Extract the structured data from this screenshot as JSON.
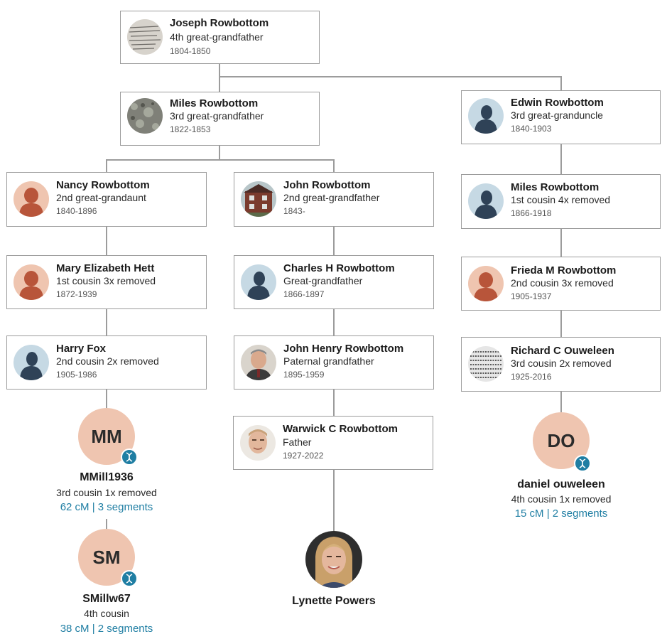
{
  "colors": {
    "line": "#9c9c9c",
    "accent": "#1f7ea3",
    "match_bubble": "#efc5b0",
    "female_bg": "#efc5b0",
    "female_fg": "#b8553a",
    "male_bg": "#c6d9e4",
    "male_fg": "#2f4257"
  },
  "people": [
    {
      "id": "joseph",
      "name": "Joseph Rowbottom",
      "relationship": "4th great-grandfather",
      "years": "1804-1850",
      "avatar": "document-photo-icon"
    },
    {
      "id": "miles1",
      "name": "Miles Rowbottom",
      "relationship": "3rd great-grandfather",
      "years": "1822-1853",
      "avatar": "stone-photo-icon"
    },
    {
      "id": "edwin",
      "name": "Edwin Rowbottom",
      "relationship": "3rd great-granduncle",
      "years": "1840-1903",
      "avatar": "male-silhouette-icon"
    },
    {
      "id": "nancy",
      "name": "Nancy Rowbottom",
      "relationship": "2nd great-grandaunt",
      "years": "1840-1896",
      "avatar": "female-silhouette-icon"
    },
    {
      "id": "john",
      "name": "John    Rowbottom",
      "relationship": "2nd great-grandfather",
      "years": "1843-",
      "avatar": "house-photo-icon"
    },
    {
      "id": "miles2",
      "name": "Miles Rowbottom",
      "relationship": "1st cousin 4x removed",
      "years": "1866-1918",
      "avatar": "male-silhouette-icon"
    },
    {
      "id": "mary",
      "name": "Mary Elizabeth Hett",
      "relationship": "1st cousin 3x removed",
      "years": "1872-1939",
      "avatar": "female-silhouette-icon"
    },
    {
      "id": "charles",
      "name": "Charles H Rowbottom",
      "relationship": "Great-grandfather",
      "years": "1866-1897",
      "avatar": "male-silhouette-icon"
    },
    {
      "id": "frieda",
      "name": "Frieda M Rowbottom",
      "relationship": "2nd cousin 3x removed",
      "years": "1905-1937",
      "avatar": "female-silhouette-icon"
    },
    {
      "id": "harry",
      "name": "Harry Fox",
      "relationship": "2nd cousin 2x removed",
      "years": "1905-1986",
      "avatar": "male-silhouette-icon"
    },
    {
      "id": "johnhenry",
      "name": "John Henry Rowbottom",
      "relationship": "Paternal grandfather",
      "years": "1895-1959",
      "avatar": "man-portrait-icon"
    },
    {
      "id": "richard",
      "name": "Richard C Ouweleen",
      "relationship": "3rd cousin 2x removed",
      "years": "1925-2016",
      "avatar": "document-photo-icon"
    },
    {
      "id": "warwick",
      "name": "Warwick C Rowbottom",
      "relationship": "Father",
      "years": "1927-2022",
      "avatar": "man-portrait-icon"
    }
  ],
  "matches": [
    {
      "id": "mm",
      "initials": "MM",
      "name": "MMill1936",
      "relationship": "3rd cousin 1x removed",
      "shared": "62 cM | 3 segments",
      "badge": "dna-icon"
    },
    {
      "id": "sm",
      "initials": "SM",
      "name": "SMillw67",
      "relationship": "4th cousin",
      "shared": "38 cM | 2 segments",
      "badge": "dna-icon"
    },
    {
      "id": "do",
      "initials": "DO",
      "name": "daniel ouweleen",
      "relationship": "4th cousin 1x removed",
      "shared": "15 cM | 2 segments",
      "badge": "dna-icon"
    }
  ],
  "root_person": {
    "name": "Lynette Powers",
    "avatar": "woman-portrait-icon"
  }
}
